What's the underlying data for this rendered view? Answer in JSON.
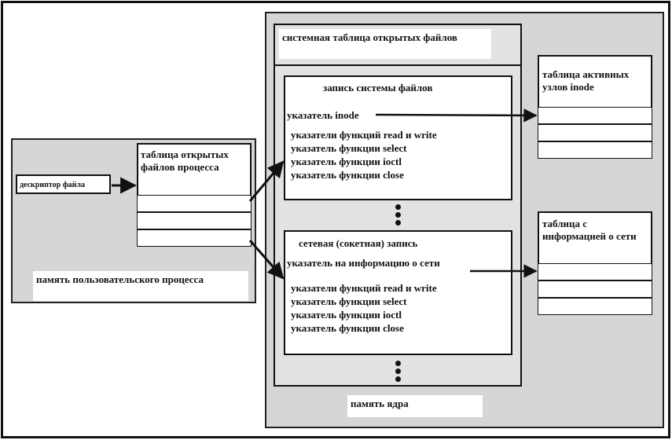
{
  "user_process": {
    "descriptor_label": "дескриптор файла",
    "open_files_table_title": "таблица открытых файлов процесса",
    "memory_label": "память пользовательского процесса"
  },
  "kernel": {
    "system_table_title": "системная таблица открытых файлов",
    "memory_label": "память ядра",
    "fs_record": {
      "title": "запись системы файлов",
      "inode_pointer": "указатель inode",
      "items": [
        "указатели функций read и write",
        "указатель функции select",
        "указатель функции ioctl",
        "указатель функции close"
      ]
    },
    "net_record": {
      "title": "сетевая (сокетная) запись",
      "net_pointer": "указатель на информацию о сети",
      "items": [
        "указатели функций read и write",
        "указатель функции select",
        "указатель функции ioctl",
        "указатель функции close"
      ]
    }
  },
  "inode_table": {
    "title": "таблица активных узлов inode"
  },
  "net_table": {
    "title": "таблица с информацией о сети"
  }
}
